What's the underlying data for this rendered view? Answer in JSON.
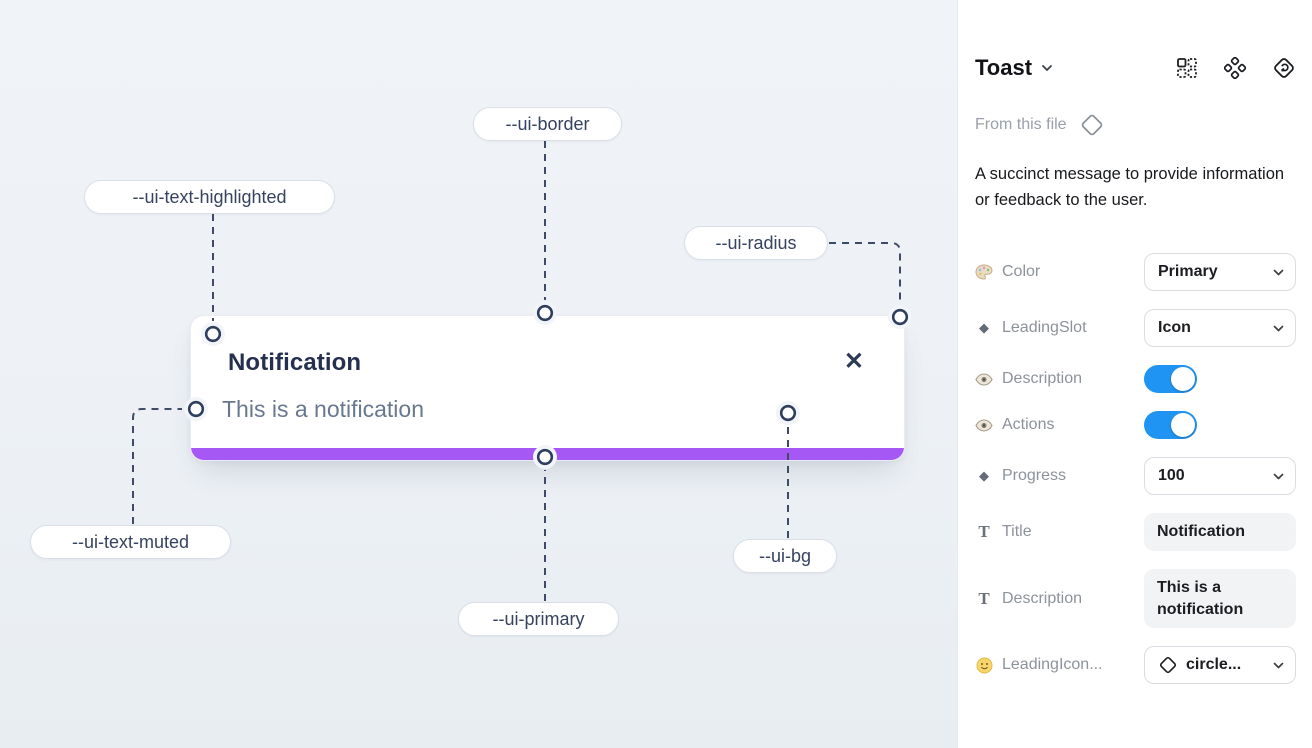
{
  "canvas": {
    "toast": {
      "title": "Notification",
      "description": "This is a notification",
      "close_label": "✕"
    },
    "tokens": [
      {
        "label": "--ui-border"
      },
      {
        "label": "--ui-text-highlighted"
      },
      {
        "label": "--ui-radius"
      },
      {
        "label": "--ui-text-muted"
      },
      {
        "label": "--ui-primary"
      },
      {
        "label": "--ui-bg"
      }
    ],
    "colors": {
      "canvas_bg": "#eef1f5",
      "primary_bar": "#a658f5",
      "title_text": "#24304e",
      "muted_text": "#68788f",
      "connector": "#3d4b66"
    }
  },
  "panel": {
    "title": "Toast",
    "source_label": "From this file",
    "description": "A succinct message to provide information or feedback to the user.",
    "properties": [
      {
        "label": "Color",
        "icon": "palette-icon",
        "control": "select",
        "value": "Primary"
      },
      {
        "label": "LeadingSlot",
        "icon": "diamond-icon",
        "control": "select",
        "value": "Icon"
      },
      {
        "label": "Description",
        "icon": "eye-icon",
        "control": "toggle",
        "value": true
      },
      {
        "label": "Actions",
        "icon": "eye-icon",
        "control": "toggle",
        "value": true
      },
      {
        "label": "Progress",
        "icon": "diamond-icon",
        "control": "select",
        "value": "100"
      },
      {
        "label": "Title",
        "icon": "text-icon",
        "control": "text",
        "value": "Notification"
      },
      {
        "label": "Description",
        "icon": "text-icon",
        "control": "text",
        "value": "This is a notification"
      },
      {
        "label": "LeadingIcon...",
        "icon": "smiley-icon",
        "control": "select",
        "value": "circle..."
      }
    ],
    "colors": {
      "toggle_on": "#2094f3"
    }
  }
}
